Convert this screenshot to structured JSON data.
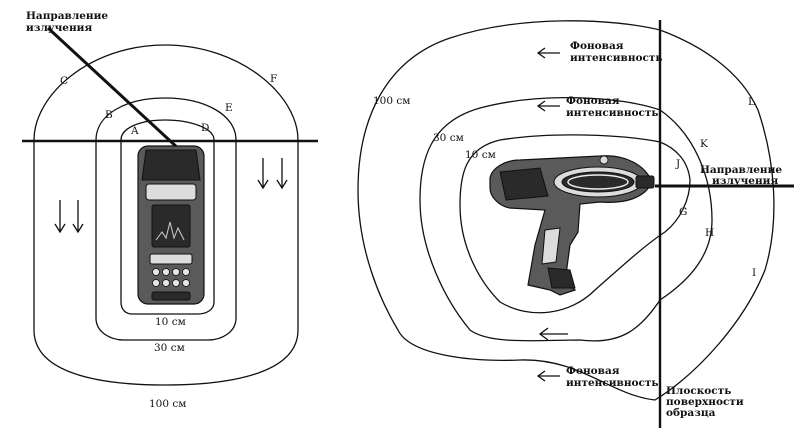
{
  "left_view": {
    "direction_label_line1": "Направление",
    "direction_label_line2": "излучения",
    "points": {
      "a": "A",
      "b": "B",
      "c": "C",
      "d": "D",
      "e": "E",
      "f": "F"
    },
    "zone_10": "10 см",
    "zone_30": "30 см",
    "zone_100": "100 см"
  },
  "right_view": {
    "background_1_line1": "Фоновая",
    "background_1_line2": "интенсивность",
    "background_2_line1": "Фоновая",
    "background_2_line2": "интенсивность",
    "background_3_line1": "Фоновая",
    "background_3_line2": "интенсивность",
    "zone_100": "100 см",
    "zone_30": "30 см",
    "zone_10": "10 см",
    "points": {
      "g": "G",
      "h": "H",
      "i": "I",
      "j": "J",
      "k": "K",
      "l": "L"
    },
    "direction_label_line1": "Направление",
    "direction_label_line2": "излучения",
    "sample_plane_line1": "Плоскость",
    "sample_plane_line2": "поверхности",
    "sample_plane_line3": "образца"
  }
}
